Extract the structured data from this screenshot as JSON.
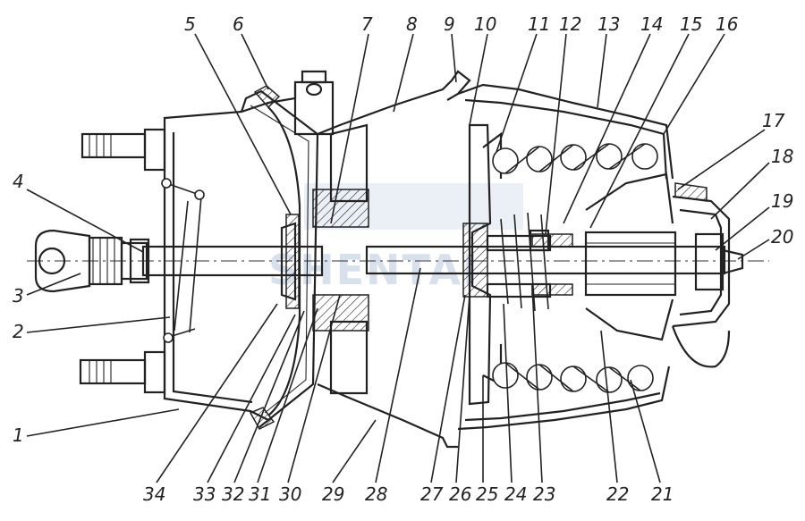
{
  "figure": {
    "watermark_text": "SHENTAI",
    "part_labels": [
      "1",
      "2",
      "3",
      "4",
      "5",
      "6",
      "7",
      "8",
      "9",
      "10",
      "11",
      "12",
      "13",
      "14",
      "15",
      "16",
      "17",
      "18",
      "19",
      "20",
      "21",
      "22",
      "23",
      "24",
      "25",
      "26",
      "27",
      "28",
      "29",
      "30",
      "31",
      "32",
      "33",
      "34"
    ]
  },
  "colors": {
    "ink": "#222222",
    "watermark": "#b9c8de",
    "background": "#ffffff"
  }
}
